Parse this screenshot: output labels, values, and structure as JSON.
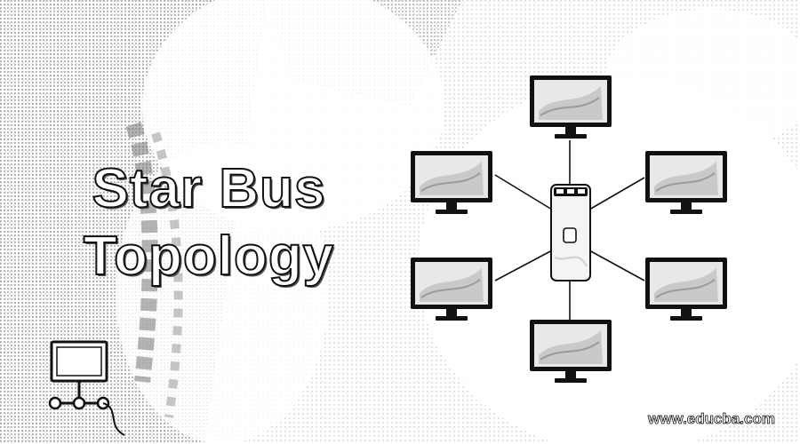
{
  "title": {
    "line1": "Star Bus",
    "line2": "Topology"
  },
  "watermark": "www.educba.com",
  "diagram": {
    "hub_icon": "server-tower-icon",
    "node_icon": "monitor-icon",
    "node_count": 6,
    "corner_icon": "network-computer-icon"
  },
  "colors": {
    "stroke": "#111111",
    "screen": "#e8e8e8",
    "background": "#ffffff"
  }
}
